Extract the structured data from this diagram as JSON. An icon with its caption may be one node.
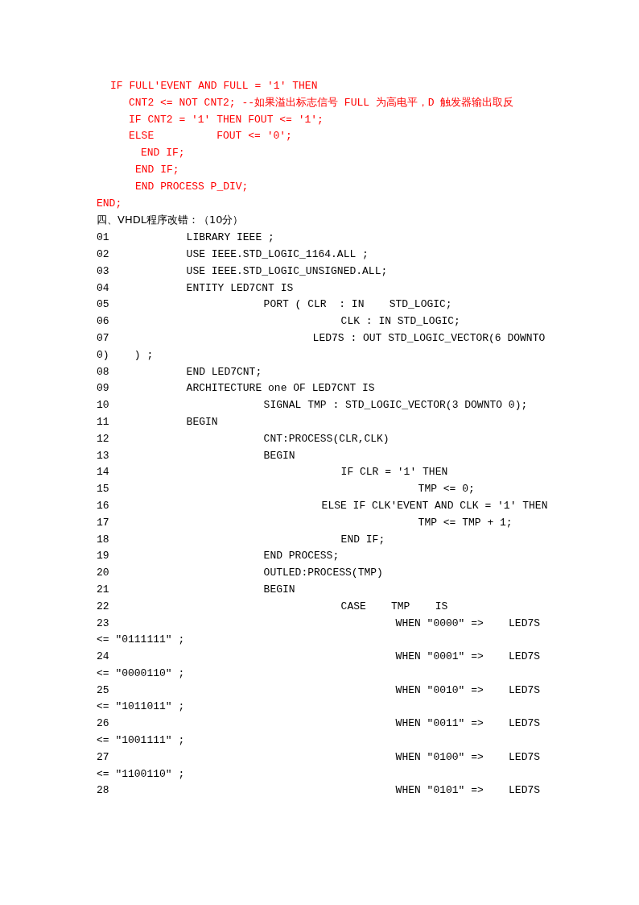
{
  "diagram": {
    "labels": [
      "IF FULL'EVENT AND FULL = '1' THEN",
      "CNT2 <= NOT CNT2; --如果溢出标志信号 FULL 为高电平，D 触发器输出取反",
      "IF CNT2 = '1' THEN FOUT <= '1';",
      "ELSE          FOUT <= '0';",
      "END IF;",
      "END IF;",
      "END PROCESS P_DIV;",
      "END;",
      "四、VHDL程序改错：（10分）",
      "01",
      "LIBRARY IEEE ;",
      "02",
      "USE IEEE.STD_LOGIC_1164.ALL ;",
      "03",
      "USE IEEE.STD_LOGIC_UNSIGNED.ALL;",
      "04",
      "ENTITY LED7CNT IS",
      "05",
      "PORT ( CLR  : IN    STD_LOGIC;",
      "06",
      "CLK : IN STD_LOGIC;",
      "07",
      "LED7S : OUT STD_LOGIC_VECTOR(6 DOWNTO 0)    ) ;",
      "08",
      "END LED7CNT;",
      "09",
      "ARCHITECTURE one OF LED7CNT IS",
      "10",
      "SIGNAL TMP : STD_LOGIC_VECTOR(3 DOWNTO 0);",
      "11",
      "BEGIN",
      "12",
      "CNT:PROCESS(CLR,CLK)",
      "13",
      "BEGIN",
      "14",
      "IF CLR = '1' THEN",
      "15",
      "TMP <= 0;",
      "16",
      "ELSE IF CLK'EVENT AND CLK = '1' THEN",
      "17",
      "TMP <= TMP + 1;",
      "18",
      "END IF;",
      "19",
      "END PROCESS;",
      "20",
      "OUTLED:PROCESS(TMP)",
      "21",
      "BEGIN",
      "22",
      "CASE    TMP    IS",
      "23",
      "WHEN \"0000\" =>    LED7S <= \"0111111\" ;",
      "24",
      "WHEN \"0001\" =>    LED7S <= \"0000110\" ;",
      "25",
      "WHEN \"0010\" =>    LED7S <= \"1011011\" ;",
      "26",
      "WHEN \"0011\" =>    LED7S <= \"1001111\" ;",
      "27",
      "WHEN \"0100\" =>    LED7S <= \"1100110\" ;",
      "28",
      "WHEN \"0101\" =>    LED7S"
    ]
  }
}
